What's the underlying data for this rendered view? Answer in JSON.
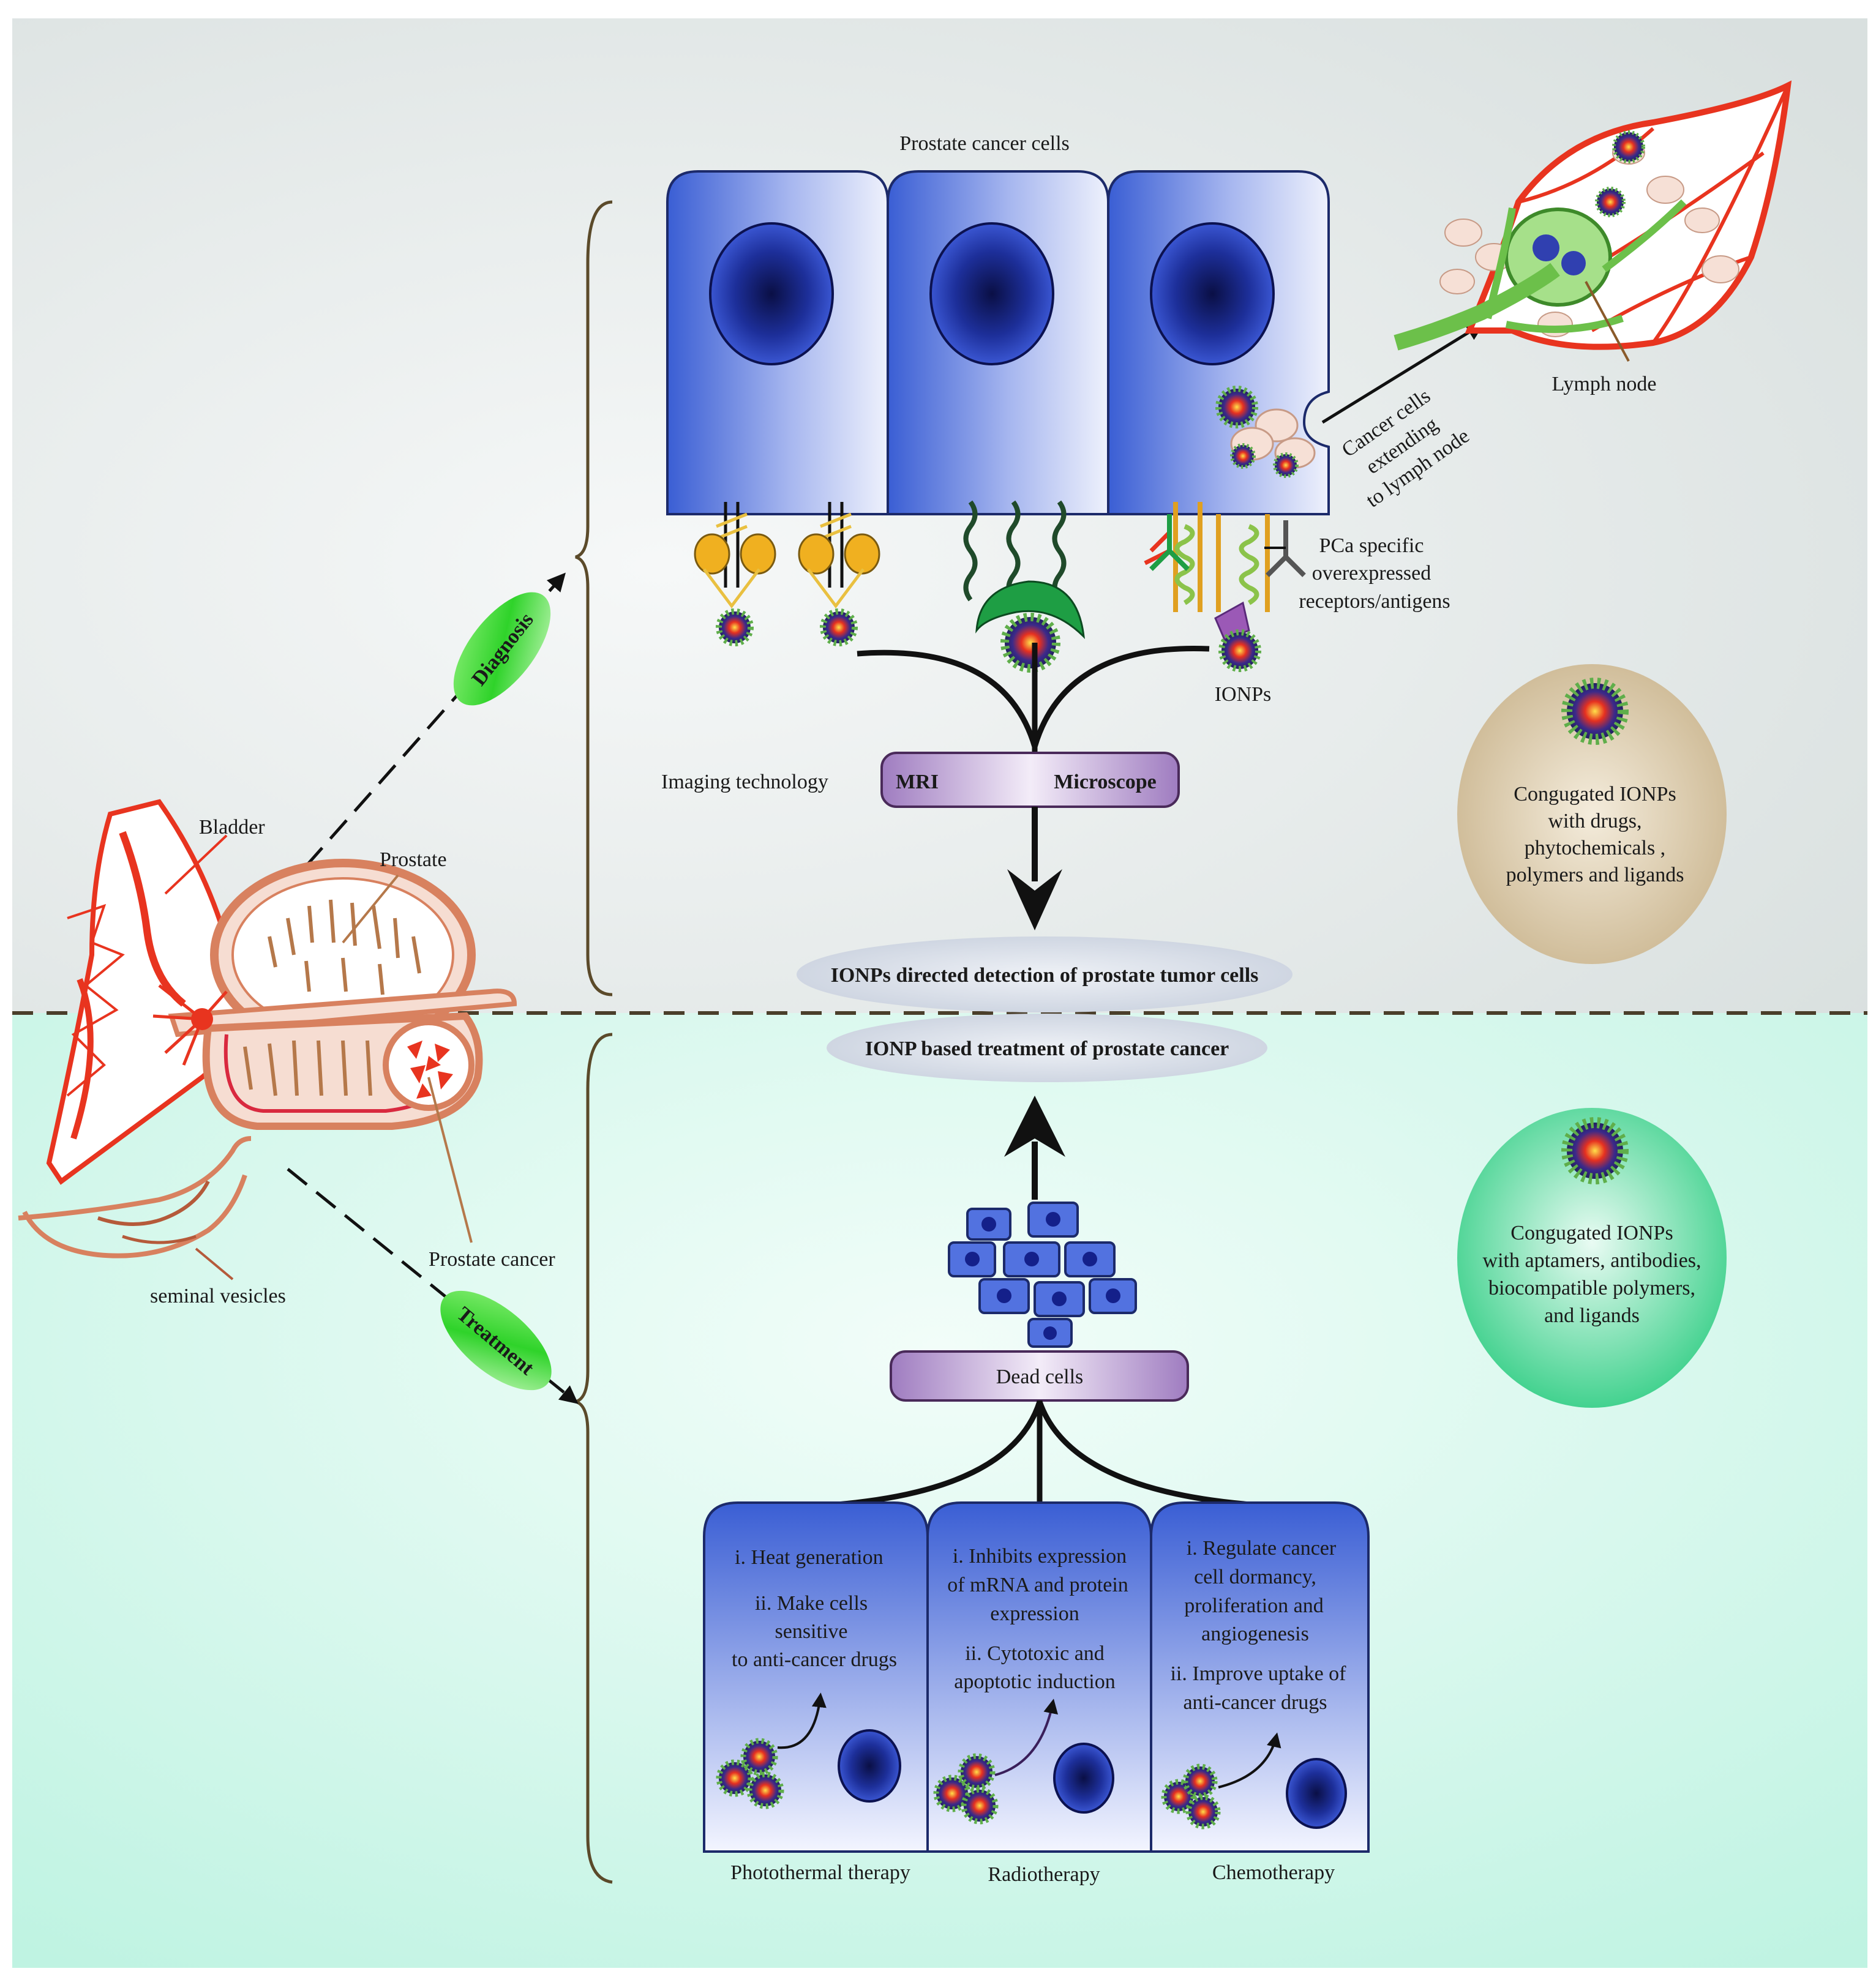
{
  "sections": {
    "diagnosis_label": "Diagnosis",
    "treatment_label": "Treatment"
  },
  "anatomy": {
    "bladder": "Bladder",
    "prostate": "Prostate",
    "prostate_cancer": "Prostate cancer",
    "seminal_vesicles": "seminal vesicles"
  },
  "diagnosis": {
    "cells_title": "Prostate cancer cells",
    "lymph_node": "Lymph node",
    "extending_lines": [
      "Cancer cells",
      "extending",
      "to lymph node"
    ],
    "receptor_lines": [
      "PCa specific",
      "overexpressed",
      "receptors/antigens"
    ],
    "ionps": "IONPs",
    "imaging_technology": "Imaging technology",
    "mri": "MRI",
    "microscope": "Microscope",
    "detection": "IONPs directed detection of prostate tumor cells",
    "conjugate_lines": [
      "Congugated IONPs",
      "with drugs,",
      "phytochemicals ,",
      "polymers and ligands"
    ]
  },
  "treatment": {
    "title": "IONP based treatment of prostate cancer",
    "dead_cells": "Dead cells",
    "conjugate_lines": [
      "Congugated IONPs",
      "with aptamers, antibodies,",
      "biocompatible polymers,",
      "and ligands"
    ],
    "therapies": [
      {
        "name": "Photothermal therapy",
        "line1": [
          "i. Heat generation"
        ],
        "line2": [
          "ii. Make cells",
          "sensitive",
          "to anti-cancer drugs"
        ]
      },
      {
        "name": "Radiotherapy",
        "line1": [
          "i. Inhibits expression",
          "of mRNA and protein",
          "expression"
        ],
        "line2": [
          "ii. Cytotoxic and",
          "apoptotic induction"
        ]
      },
      {
        "name": "Chemotherapy",
        "line1": [
          "i. Regulate cancer",
          "cell dormancy,",
          "proliferation and",
          "angiogenesis"
        ],
        "line2": [
          "ii. Improve uptake of",
          "anti-cancer drugs"
        ]
      }
    ]
  },
  "colors": {
    "top_bg": "#dfe5e4",
    "bottom_bg": "#c6f5e6",
    "cell_blue": "#3f63d6",
    "nucleus": "#14208a",
    "anatomy_red": "#e8341f",
    "anatomy_orange": "#d8815f",
    "green_pill": "#3ed63a",
    "purple_pill": "#b89ad0",
    "tan_oval": "#d8c9a8",
    "mint_oval": "#5fdca2",
    "brace": "#5b4a2a"
  }
}
